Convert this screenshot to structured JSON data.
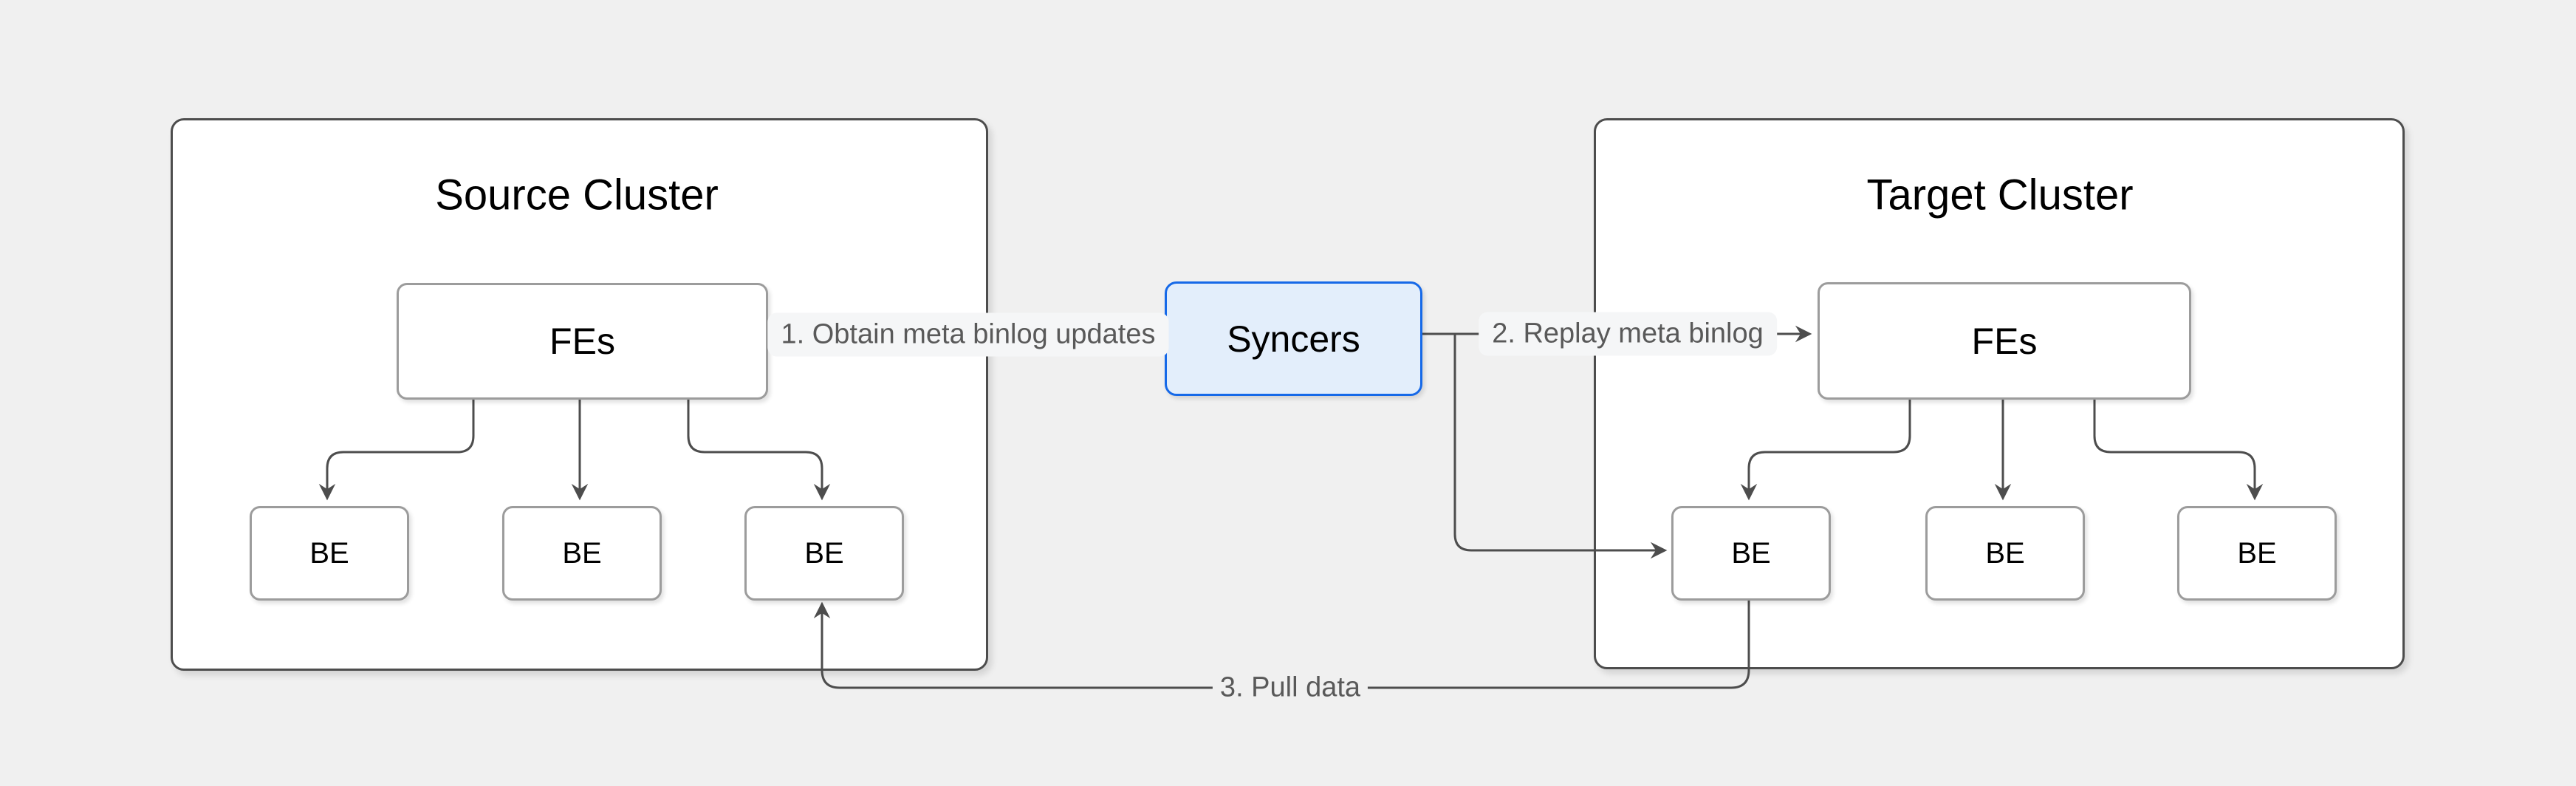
{
  "diagram": {
    "background_color": "#f0f0f0",
    "edge_color": "#4d4d4d",
    "cluster_border_color": "#4d4d4d",
    "node_border_color": "#9c9c9c",
    "label_text_color": "#595959",
    "label_bg_color": "#f5f6f7",
    "source_cluster": {
      "title": "Source Cluster",
      "fe_label": "FEs",
      "be_labels": [
        "BE",
        "BE",
        "BE"
      ]
    },
    "target_cluster": {
      "title": "Target Cluster",
      "fe_label": "FEs",
      "be_labels": [
        "BE",
        "BE",
        "BE"
      ]
    },
    "syncers": {
      "label": "Syncers",
      "fill_color": "#e3eefb",
      "border_color": "#1669e8"
    },
    "edge_labels": {
      "obtain": "1. Obtain meta binlog updates",
      "replay": "2. Replay meta binlog",
      "pull": "3. Pull data"
    }
  }
}
